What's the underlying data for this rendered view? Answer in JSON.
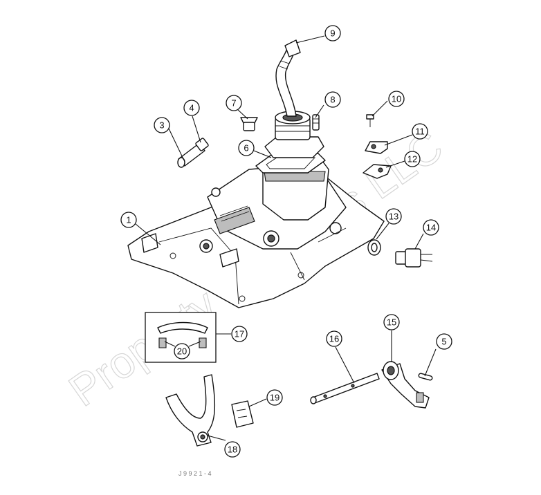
{
  "watermark": "Property of Focus LLC",
  "footer": "J 9 9 2 1 - 4",
  "callouts": [
    {
      "id": "1",
      "label": "1"
    },
    {
      "id": "3",
      "label": "3"
    },
    {
      "id": "4",
      "label": "4"
    },
    {
      "id": "5",
      "label": "5"
    },
    {
      "id": "6",
      "label": "6"
    },
    {
      "id": "7",
      "label": "7"
    },
    {
      "id": "8",
      "label": "8"
    },
    {
      "id": "9",
      "label": "9"
    },
    {
      "id": "10",
      "label": "10"
    },
    {
      "id": "11",
      "label": "11"
    },
    {
      "id": "12",
      "label": "12"
    },
    {
      "id": "13",
      "label": "13"
    },
    {
      "id": "14",
      "label": "14"
    },
    {
      "id": "15",
      "label": "15"
    },
    {
      "id": "16",
      "label": "16"
    },
    {
      "id": "17",
      "label": "17"
    },
    {
      "id": "18",
      "label": "18"
    },
    {
      "id": "19",
      "label": "19"
    },
    {
      "id": "20",
      "label": "20"
    }
  ]
}
